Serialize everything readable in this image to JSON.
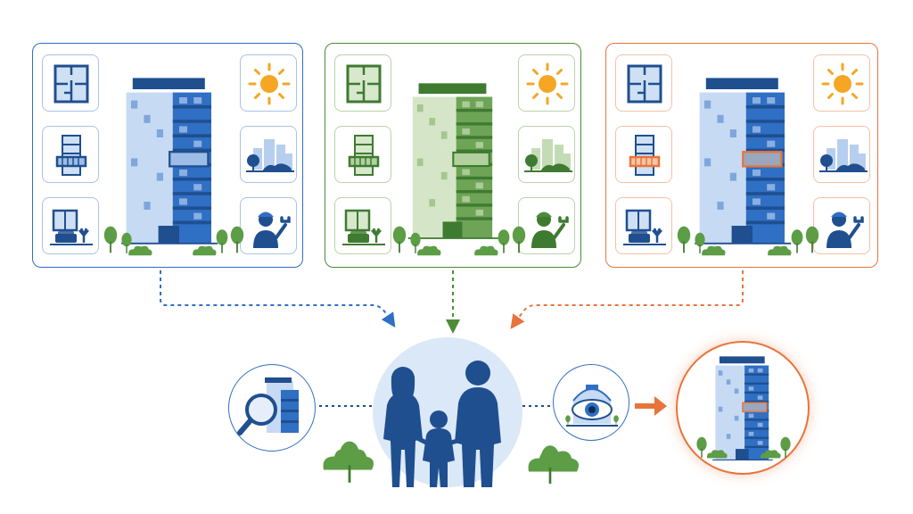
{
  "colors": {
    "variant_a": "#2f6fc4",
    "variant_b": "#4e8b3a",
    "variant_c": "#e8743b",
    "navy": "#1f4f8f",
    "sun": "#f5a623",
    "family_circle": "#dbe8f7",
    "tree": "#5c9d46"
  },
  "variants": [
    {
      "id": "a",
      "theme": "blue"
    },
    {
      "id": "b",
      "theme": "green"
    },
    {
      "id": "c",
      "theme": "orange"
    }
  ],
  "icons": {
    "cards": [
      "floor-plan-icon",
      "balcony-icon",
      "living-room-icon",
      "sun-icon",
      "cityscape-icon",
      "maintenance-worker-icon"
    ],
    "flow": [
      "magnifier-building-icon",
      "family-icon",
      "eye-building-icon",
      "arrow-right-icon",
      "result-building-icon"
    ]
  }
}
